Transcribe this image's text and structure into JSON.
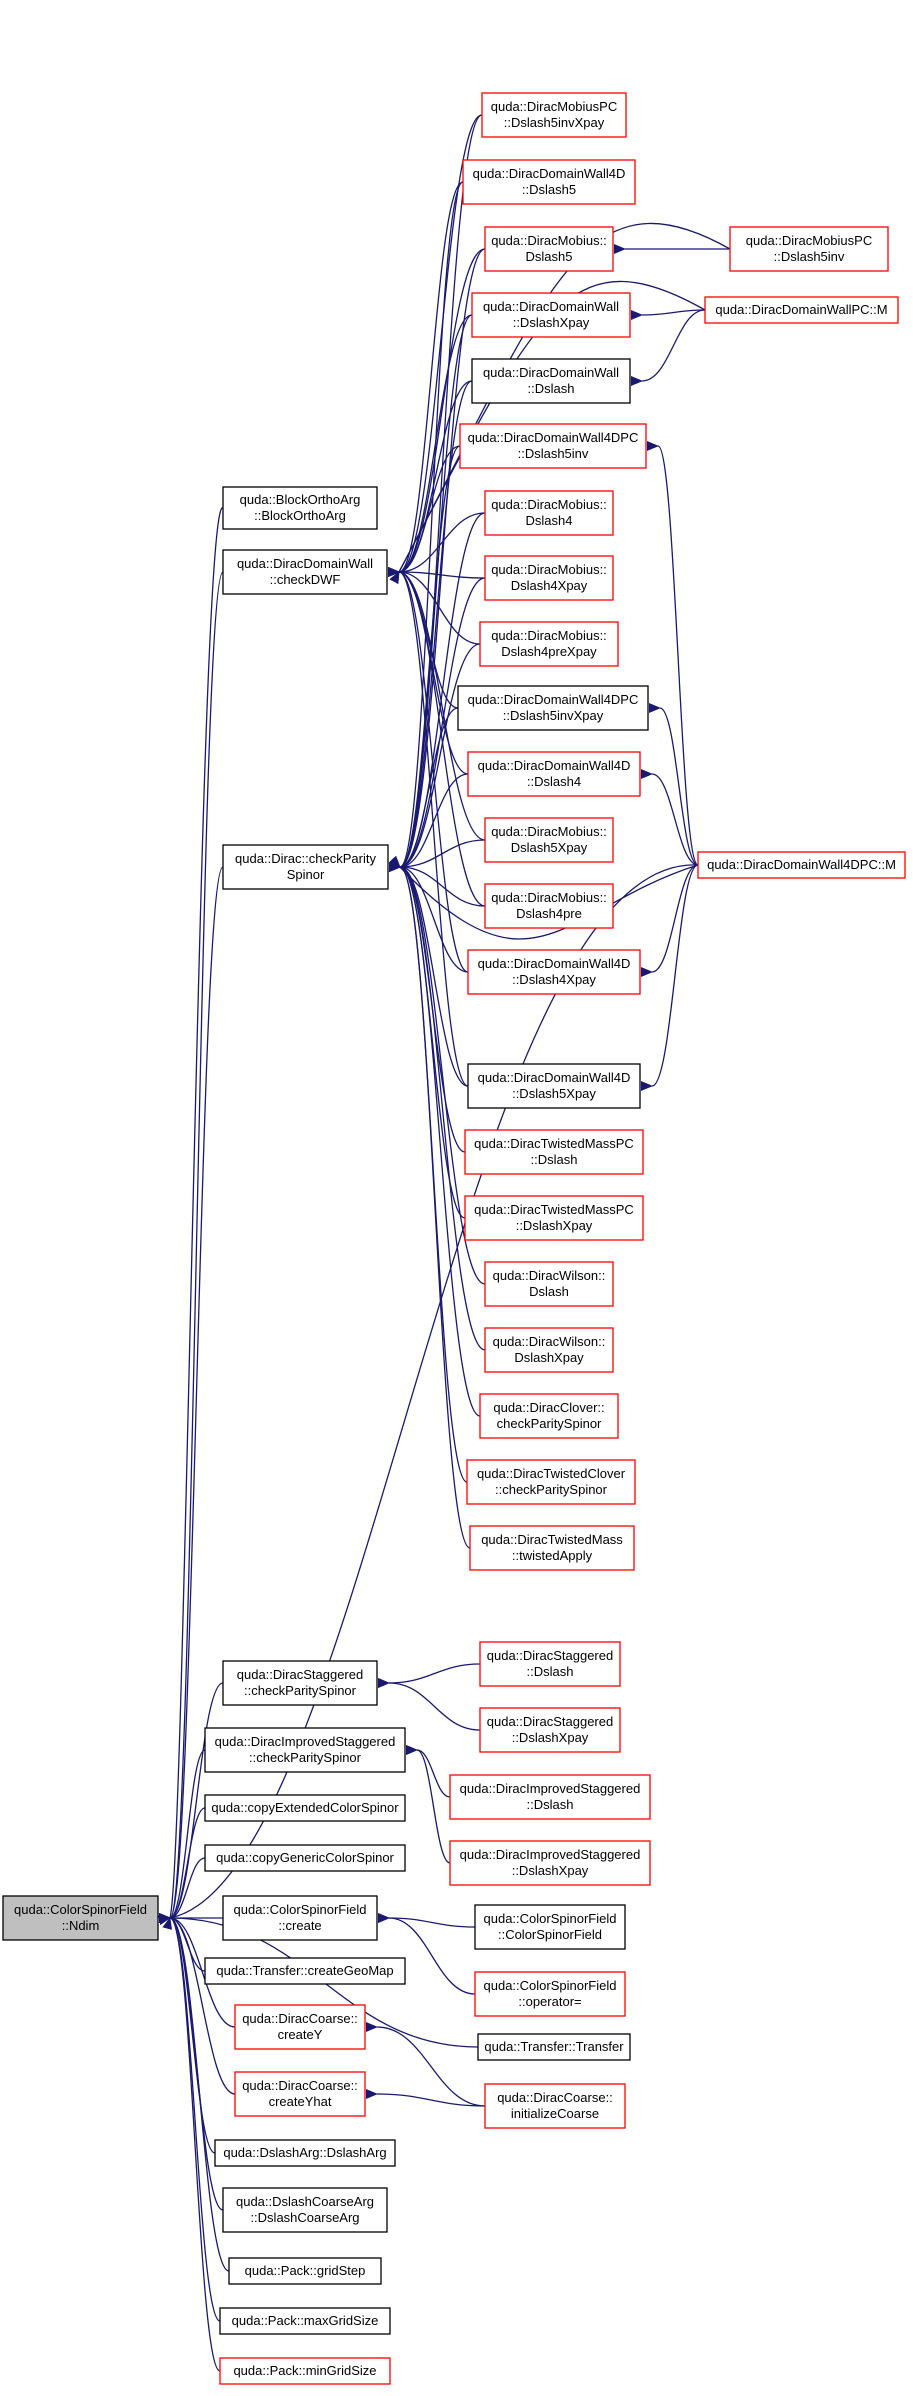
{
  "colors": {
    "edge": "#191970",
    "border_black": "#000000",
    "border_red": "#ff0000",
    "root_fill": "#bfbfbf",
    "node_fill": "#ffffff"
  },
  "nodes": [
    {
      "id": "root",
      "lines": [
        "quda::ColorSpinorField",
        "::Ndim"
      ],
      "border": "root"
    },
    {
      "id": "blockortho",
      "lines": [
        "quda::BlockOrthoArg",
        "::BlockOrthoArg"
      ],
      "border": "black"
    },
    {
      "id": "checkdwf",
      "lines": [
        "quda::DiracDomainWall",
        "::checkDWF"
      ],
      "border": "black"
    },
    {
      "id": "checkparity",
      "lines": [
        "quda::Dirac::checkParity",
        "Spinor"
      ],
      "border": "black"
    },
    {
      "id": "stagcheck",
      "lines": [
        "quda::DiracStaggered",
        "::checkParitySpinor"
      ],
      "border": "black"
    },
    {
      "id": "impstagcheck",
      "lines": [
        "quda::DiracImprovedStaggered",
        "::checkParitySpinor"
      ],
      "border": "black"
    },
    {
      "id": "copyext",
      "lines": [
        "quda::copyExtendedColorSpinor"
      ],
      "border": "black"
    },
    {
      "id": "copygen",
      "lines": [
        "quda::copyGenericColorSpinor"
      ],
      "border": "black"
    },
    {
      "id": "csfcreate",
      "lines": [
        "quda::ColorSpinorField",
        "::create"
      ],
      "border": "black"
    },
    {
      "id": "creategeo",
      "lines": [
        "quda::Transfer::createGeoMap"
      ],
      "border": "black"
    },
    {
      "id": "createy",
      "lines": [
        "quda::DiracCoarse::",
        "createY"
      ],
      "border": "red"
    },
    {
      "id": "createyhat",
      "lines": [
        "quda::DiracCoarse::",
        "createYhat"
      ],
      "border": "red"
    },
    {
      "id": "dslasharg",
      "lines": [
        "quda::DslashArg::DslashArg"
      ],
      "border": "black"
    },
    {
      "id": "dslashcoarse",
      "lines": [
        "quda::DslashCoarseArg",
        "::DslashCoarseArg"
      ],
      "border": "black"
    },
    {
      "id": "gridstep",
      "lines": [
        "quda::Pack::gridStep"
      ],
      "border": "black"
    },
    {
      "id": "maxgrid",
      "lines": [
        "quda::Pack::maxGridSize"
      ],
      "border": "black"
    },
    {
      "id": "mingrid",
      "lines": [
        "quda::Pack::minGridSize"
      ],
      "border": "red"
    },
    {
      "id": "mobpc5invx",
      "lines": [
        "quda::DiracMobiusPC",
        "::Dslash5invXpay"
      ],
      "border": "red"
    },
    {
      "id": "dw4d5",
      "lines": [
        "quda::DiracDomainWall4D",
        "::Dslash5"
      ],
      "border": "red"
    },
    {
      "id": "mob5",
      "lines": [
        "quda::DiracMobius::",
        "Dslash5"
      ],
      "border": "red"
    },
    {
      "id": "dwxpay",
      "lines": [
        "quda::DiracDomainWall",
        "::DslashXpay"
      ],
      "border": "red"
    },
    {
      "id": "dwdslash",
      "lines": [
        "quda::DiracDomainWall",
        "::Dslash"
      ],
      "border": "black"
    },
    {
      "id": "dw4dpc5inv",
      "lines": [
        "quda::DiracDomainWall4DPC",
        "::Dslash5inv"
      ],
      "border": "red"
    },
    {
      "id": "mob4",
      "lines": [
        "quda::DiracMobius::",
        "Dslash4"
      ],
      "border": "red"
    },
    {
      "id": "mob4x",
      "lines": [
        "quda::DiracMobius::",
        "Dslash4Xpay"
      ],
      "border": "red"
    },
    {
      "id": "mob4prex",
      "lines": [
        "quda::DiracMobius::",
        "Dslash4preXpay"
      ],
      "border": "red"
    },
    {
      "id": "dw4dpc5invx",
      "lines": [
        "quda::DiracDomainWall4DPC",
        "::Dslash5invXpay"
      ],
      "border": "black"
    },
    {
      "id": "dw4d4",
      "lines": [
        "quda::DiracDomainWall4D",
        "::Dslash4"
      ],
      "border": "red"
    },
    {
      "id": "mob5x",
      "lines": [
        "quda::DiracMobius::",
        "Dslash5Xpay"
      ],
      "border": "red"
    },
    {
      "id": "mob4pre",
      "lines": [
        "quda::DiracMobius::",
        "Dslash4pre"
      ],
      "border": "red"
    },
    {
      "id": "dw4d4x",
      "lines": [
        "quda::DiracDomainWall4D",
        "::Dslash4Xpay"
      ],
      "border": "red"
    },
    {
      "id": "dw4d5x",
      "lines": [
        "quda::DiracDomainWall4D",
        "::Dslash5Xpay"
      ],
      "border": "black"
    },
    {
      "id": "tmpcdslash",
      "lines": [
        "quda::DiracTwistedMassPC",
        "::Dslash"
      ],
      "border": "red"
    },
    {
      "id": "tmpcxpay",
      "lines": [
        "quda::DiracTwistedMassPC",
        "::DslashXpay"
      ],
      "border": "red"
    },
    {
      "id": "wilsondslash",
      "lines": [
        "quda::DiracWilson::",
        "Dslash"
      ],
      "border": "red"
    },
    {
      "id": "wilsonxpay",
      "lines": [
        "quda::DiracWilson::",
        "DslashXpay"
      ],
      "border": "red"
    },
    {
      "id": "clovercheck",
      "lines": [
        "quda::DiracClover::",
        "checkParitySpinor"
      ],
      "border": "red"
    },
    {
      "id": "tclovercheck",
      "lines": [
        "quda::DiracTwistedClover",
        "::checkParitySpinor"
      ],
      "border": "red"
    },
    {
      "id": "tmtwisted",
      "lines": [
        "quda::DiracTwistedMass",
        "::twistedApply"
      ],
      "border": "red"
    },
    {
      "id": "stagdslash",
      "lines": [
        "quda::DiracStaggered",
        "::Dslash"
      ],
      "border": "red"
    },
    {
      "id": "stagxpay",
      "lines": [
        "quda::DiracStaggered",
        "::DslashXpay"
      ],
      "border": "red"
    },
    {
      "id": "impstagdslash",
      "lines": [
        "quda::DiracImprovedStaggered",
        "::Dslash"
      ],
      "border": "red"
    },
    {
      "id": "impstagxpay",
      "lines": [
        "quda::DiracImprovedStaggered",
        "::DslashXpay"
      ],
      "border": "red"
    },
    {
      "id": "csfctor",
      "lines": [
        "quda::ColorSpinorField",
        "::ColorSpinorField"
      ],
      "border": "black"
    },
    {
      "id": "csfassign",
      "lines": [
        "quda::ColorSpinorField",
        "::operator="
      ],
      "border": "red"
    },
    {
      "id": "transfer",
      "lines": [
        "quda::Transfer::Transfer"
      ],
      "border": "black"
    },
    {
      "id": "initcoarse",
      "lines": [
        "quda::DiracCoarse::",
        "initializeCoarse"
      ],
      "border": "red"
    },
    {
      "id": "mobpc5inv",
      "lines": [
        "quda::DiracMobiusPC",
        "::Dslash5inv"
      ],
      "border": "red"
    },
    {
      "id": "dwpcm",
      "lines": [
        "quda::DiracDomainWallPC::M"
      ],
      "border": "red"
    },
    {
      "id": "dw4dpcm",
      "lines": [
        "quda::DiracDomainWall4DPC::M"
      ],
      "border": "red"
    }
  ]
}
